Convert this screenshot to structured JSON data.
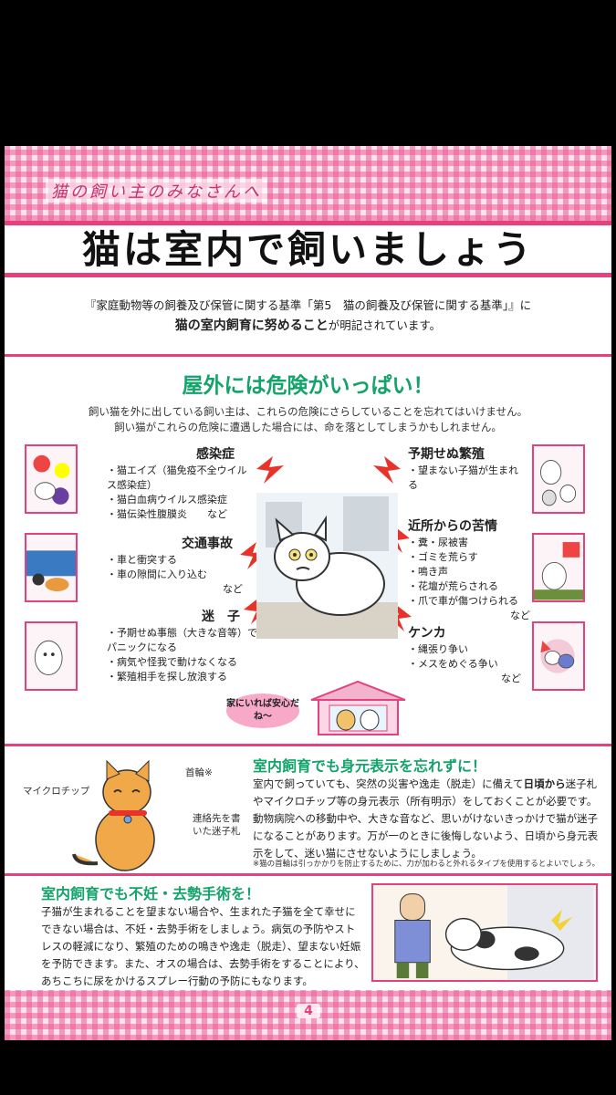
{
  "header": {
    "subtitle": "猫の飼い主のみなさんへ",
    "title": "猫は室内で飼いましょう"
  },
  "intro": {
    "line1": "『家庭動物等の飼養及び保管に関する基準「第5　猫の飼養及び保管に関する基準」』に",
    "line2_bold": "猫の室内飼育に努めること",
    "line2_rest": "が明記されています。"
  },
  "danger": {
    "heading": "屋外には危険がいっぱい！",
    "note1": "飼い猫を外に出している飼い主は、これらの危険にさらしていることを忘れてはいけません。",
    "note2": "飼い猫がこれらの危険に遭遇した場合には、命を落としてしまうかもしれません。",
    "hazards": {
      "infection": {
        "title": "感染症",
        "items": [
          "猫エイズ（猫免疫不全ウイルス感染症）",
          "猫白血病ウイルス感染症",
          "猫伝染性腹膜炎　　など"
        ]
      },
      "traffic": {
        "title": "交通事故",
        "items": [
          "車と衝突する",
          "車の隙間に入り込む"
        ],
        "etc": "など"
      },
      "lost": {
        "title": "迷　子",
        "items": [
          "予期せぬ事態（大きな音等）でパニックになる",
          "病気や怪我で動けなくなる",
          "繁殖相手を探し放浪する"
        ]
      },
      "breeding": {
        "title": "予期せぬ繁殖",
        "items": [
          "望まない子猫が生まれる"
        ]
      },
      "complaints": {
        "title": "近所からの苦情",
        "items": [
          "糞・尿被害",
          "ゴミを荒らす",
          "鳴き声",
          "花壇が荒らされる",
          "爪で車が傷つけられる"
        ],
        "etc": "など"
      },
      "fight": {
        "title": "ケンカ",
        "items": [
          "縄張り争い",
          "メスをめぐる争い"
        ],
        "etc": "など"
      }
    },
    "bubble_text": "家にいれば安心だね〜"
  },
  "identification": {
    "heading": "室内飼育でも身元表示を忘れずに！",
    "body_pre": "室内で飼っていても、突然の災害や逸走（脱走）に備えて",
    "body_bold": "日頃から",
    "body_post": "迷子札やマイクロチップ等の身元表示（所有明示）をしておくことが必要です。動物病院への移動中や、大きな音など、思いがけないきっかけで猫が迷子になることがあります。万が一のときに後悔しないよう、日頃から身元表示をして、迷い猫にさせないようにしましょう。",
    "footnote": "※猫の首輪は引っかかりを防止するために、力が加わると外れるタイプを使用するとよいでしょう。",
    "label_collar": "首輪※",
    "label_chip": "マイクロチップ",
    "label_tag": "連絡先を書いた迷子札"
  },
  "neuter": {
    "heading": "室内飼育でも不妊・去勢手術を！",
    "body": "子猫が生まれることを望まない場合や、生まれた子猫を全て幸せにできない場合は、不妊・去勢手術をしましょう。病気の予防やストレスの軽減になり、繁殖のための鳴きや逸走（脱走）、望まない妊娠を予防できます。また、オスの場合は、去勢手術をすることにより、あちこちに尿をかけるスプレー行動の予防にもなります。"
  },
  "footer": {
    "page_number": "4"
  },
  "colors": {
    "accent_pink": "#e6417f",
    "heading_green": "#14a36b"
  }
}
